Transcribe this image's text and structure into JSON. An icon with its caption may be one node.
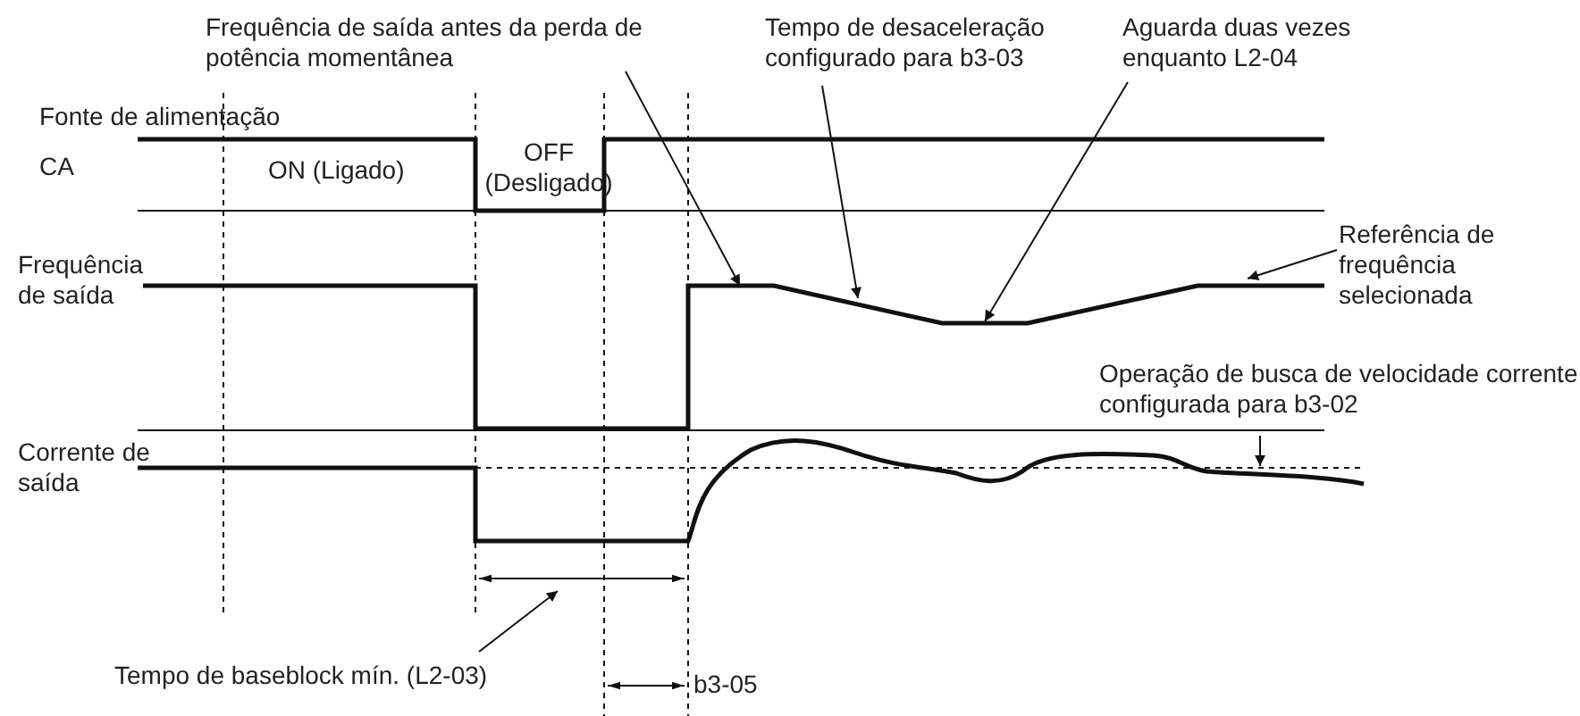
{
  "diagram": {
    "nodes": [
      {
        "text": [
          "Frequência de saída antes da perda de potência momentânea"
        ]
      },
      {
        "text": [
          "Tempo de desaceleração configurado para b3-03"
        ]
      },
      {
        "text": [
          "Aguarda duas vezes enquanto L2-04"
        ]
      },
      {
        "text": [
          "Referência de frequência selecionada"
        ]
      },
      {
        "text": [
          "Operação de busca de velocidade corrente configurada para b3-02"
        ]
      },
      {
        "text": [
          "Tempo de baseblock mín. (L2-03)"
        ]
      }
    ],
    "edges": [
      {
        "from": 0,
        "to": null,
        "arrow": "to"
      },
      {
        "from": 1,
        "to": null,
        "arrow": "to"
      },
      {
        "from": 2,
        "to": null,
        "arrow": "to"
      },
      {
        "from": 3,
        "to": null,
        "arrow": "to"
      },
      {
        "from": 4,
        "to": null,
        "arrow": "to"
      },
      {
        "from": 5,
        "to": null,
        "arrow": "to"
      }
    ],
    "labels": [
      "Fonte de alimentação",
      "CA",
      "ON (Ligado)",
      "OFF (Desligado)",
      "Frequência de saída",
      "Corrente de saída",
      "b3-05"
    ]
  }
}
